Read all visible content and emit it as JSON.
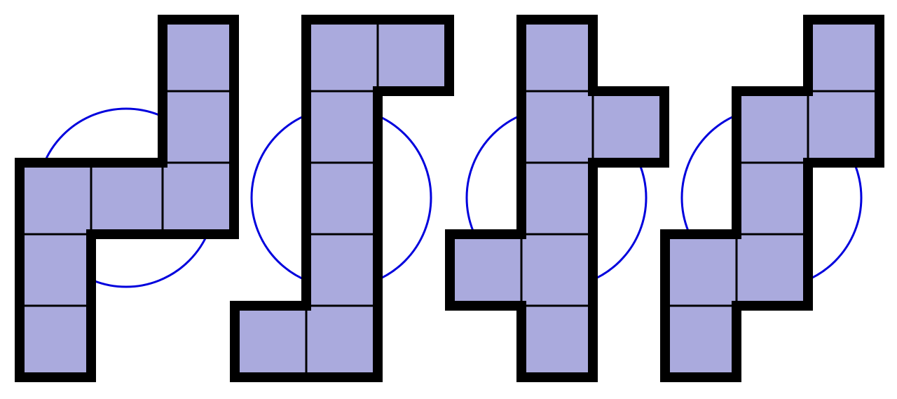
{
  "colors": {
    "background": "#ffffff",
    "tile_fill": "#aaaadd",
    "outline": "#000000",
    "circle": "#0000dd"
  },
  "figures": [
    {
      "id": "figure-1",
      "cells": [
        [
          2,
          0
        ],
        [
          2,
          1
        ],
        [
          0,
          2
        ],
        [
          1,
          2
        ],
        [
          2,
          2
        ],
        [
          0,
          3
        ],
        [
          0,
          4
        ]
      ]
    },
    {
      "id": "figure-2",
      "cells": [
        [
          1,
          0
        ],
        [
          2,
          0
        ],
        [
          1,
          1
        ],
        [
          1,
          2
        ],
        [
          1,
          3
        ],
        [
          0,
          4
        ],
        [
          1,
          4
        ]
      ]
    },
    {
      "id": "figure-3",
      "cells": [
        [
          1,
          0
        ],
        [
          1,
          1
        ],
        [
          2,
          1
        ],
        [
          1,
          2
        ],
        [
          0,
          3
        ],
        [
          1,
          3
        ],
        [
          1,
          4
        ]
      ]
    },
    {
      "id": "figure-4",
      "cells": [
        [
          2,
          0
        ],
        [
          1,
          1
        ],
        [
          2,
          1
        ],
        [
          1,
          2
        ],
        [
          0,
          3
        ],
        [
          1,
          3
        ],
        [
          0,
          4
        ]
      ]
    }
  ]
}
